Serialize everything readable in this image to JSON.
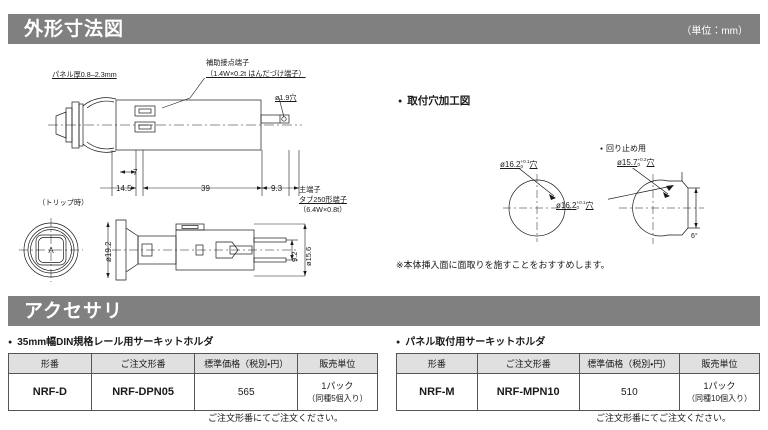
{
  "sections": {
    "outline": {
      "title": "外形寸法図",
      "unit": "（単位：mm）"
    },
    "accessory": {
      "title": "アクセサリ"
    }
  },
  "outline_drawing": {
    "labels": {
      "panel_thickness": "パネル厚0.8–2.3mm",
      "aux_terminal_line1": "補助接点端子",
      "aux_terminal_line2": "（1.4W×0.2t はんだづけ端子）",
      "hole_19": "ø1.9穴",
      "main_terminal_line1": "主端子",
      "main_terminal_line2": "タブ250形端子",
      "main_terminal_line3": "（6.4W×0.8t）",
      "trip_state": "（トリップ時）"
    },
    "dimensions": {
      "d7": "7",
      "d14_5": "14.5",
      "d39": "39",
      "d9_3": "9.3",
      "d19_2": "ø19.2",
      "d9_2": "9.2",
      "d15_6": "ø15.6"
    }
  },
  "hole_drawing": {
    "heading": "取付穴加工図",
    "anti_rotation": "回り止め用",
    "dim_16_2_top": "ø16.2",
    "dim_16_2_top_tol_hi": "+0.1",
    "dim_16_2_top_tol_lo": "0",
    "dim_16_2_top_suffix": "穴",
    "dim_15_7": "ø15.7",
    "dim_15_7_tol_hi": "+0.2",
    "dim_15_7_tol_lo": "0",
    "dim_15_7_suffix": "穴",
    "dim_16_2_lower": "ø16.2",
    "dim_16_2_lower_tol_hi": "+0.1",
    "dim_16_2_lower_tol_lo": "0",
    "dim_16_2_lower_suffix": "穴",
    "angle": "6°",
    "note": "※本体挿入面に面取りを施すことをおすすめします。"
  },
  "accessories": {
    "left": {
      "heading": "35mm幅DIN規格レール用サーキットホルダ",
      "columns": [
        "形番",
        "ご注文形番",
        "標準価格（税別・円）",
        "販売単位"
      ],
      "row": {
        "model": "NRF-D",
        "order_code": "NRF-DPN05",
        "price": "565",
        "unit_line1": "1パック",
        "unit_line2": "（同種5個入り）"
      },
      "footnote": "ご注文形番にてご注文ください。"
    },
    "right": {
      "heading": "パネル取付用サーキットホルダ",
      "columns": [
        "形番",
        "ご注文形番",
        "標準価格（税別・円）",
        "販売単位"
      ],
      "row": {
        "model": "NRF-M",
        "order_code": "NRF-MPN10",
        "price": "510",
        "unit_line1": "1パック",
        "unit_line2": "（同種10個入り）"
      },
      "footnote": "ご注文形番にてご注文ください。"
    }
  },
  "colors": {
    "header_bar": "#808080",
    "header_text": "#ffffff",
    "table_header_bg": "#e0e0e0",
    "line": "#1a1a1a"
  }
}
